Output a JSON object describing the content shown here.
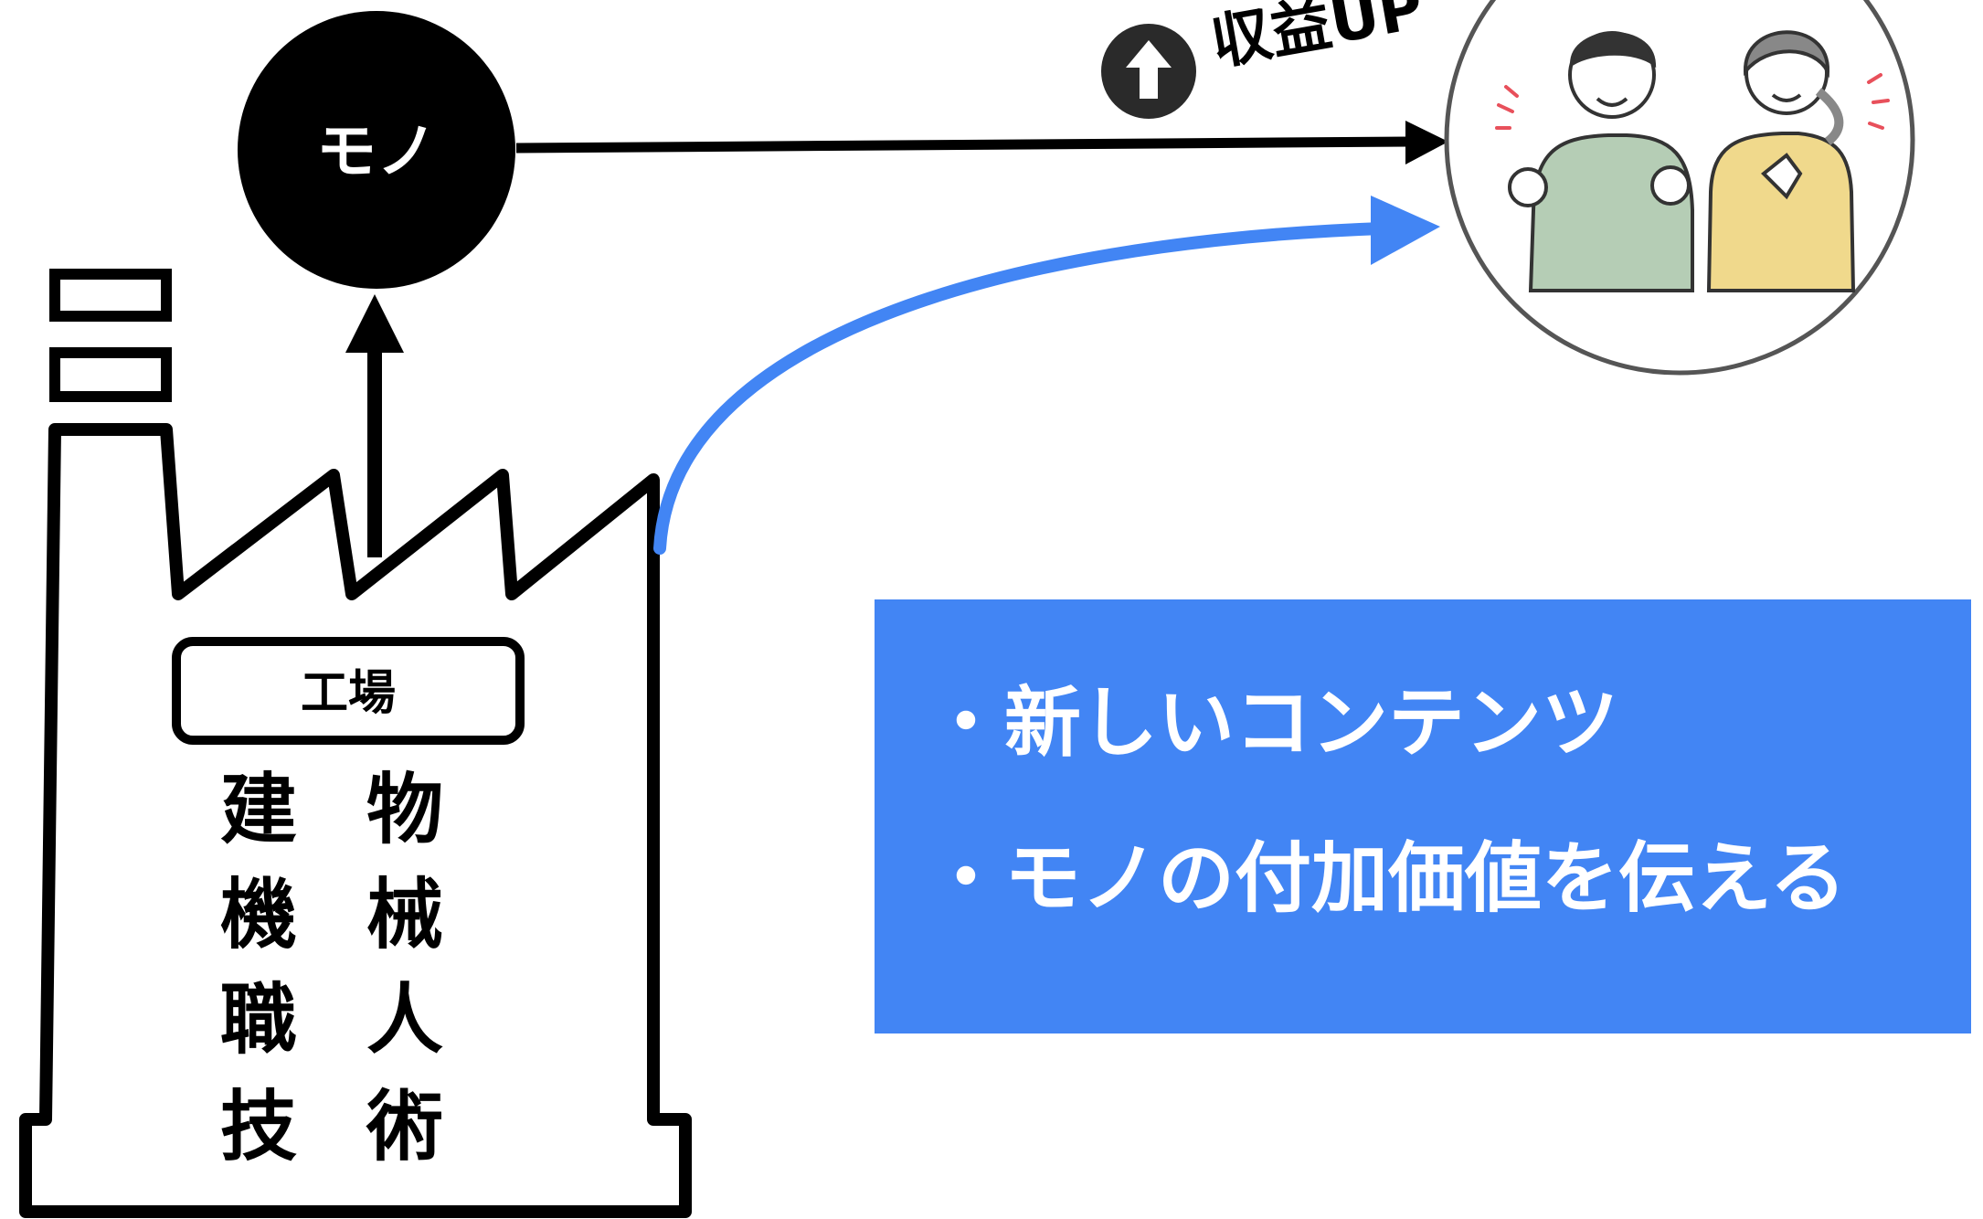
{
  "product": {
    "label": "モノ"
  },
  "revenue": {
    "label": "収益UP",
    "icon": "arrow-up-icon"
  },
  "factory": {
    "sign": "工場",
    "assets": [
      {
        "left": "建",
        "right": "物"
      },
      {
        "left": "機",
        "right": "械"
      },
      {
        "left": "職",
        "right": "人"
      },
      {
        "left": "技",
        "right": "術"
      }
    ]
  },
  "customers": {
    "icon": "happy-customers-icon"
  },
  "callout": {
    "items": [
      "・新しいコンテンツ",
      "・モノの付加価値を伝える"
    ]
  },
  "colors": {
    "black": "#000000",
    "accent_blue": "#4285f4",
    "dark_badge": "#2a2a2a",
    "man_shirt": "#b5cdb5",
    "woman_shirt": "#f0d98c",
    "sparkle_red": "#e8505b"
  }
}
